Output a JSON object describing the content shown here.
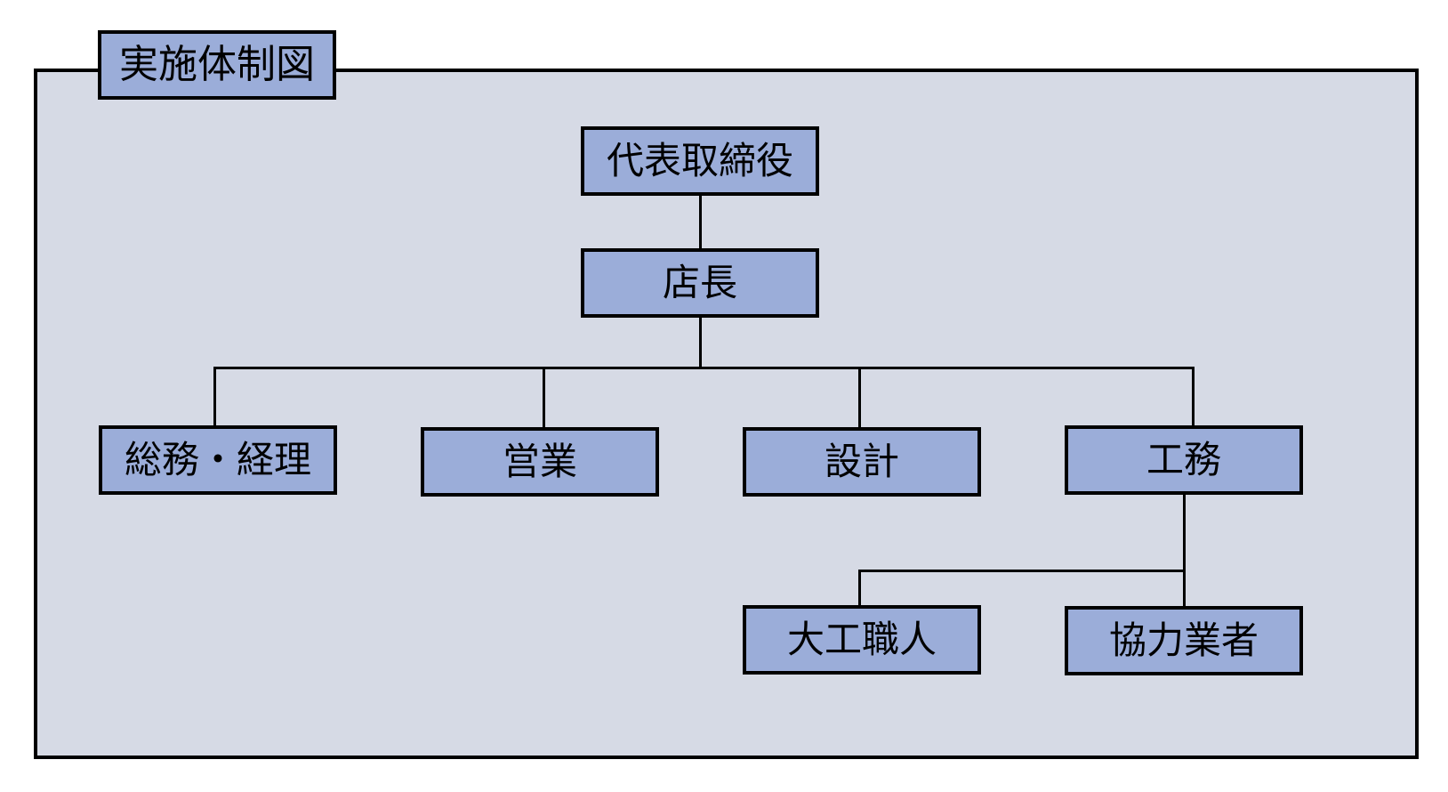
{
  "diagram": {
    "title": "実施体制図",
    "background_color": "#d6dae5",
    "node_fill_color": "#9badd9",
    "border_color": "#000000",
    "nodes": [
      {
        "id": "ceo",
        "label": "代表取締役",
        "level": 0
      },
      {
        "id": "manager",
        "label": "店長",
        "level": 1
      },
      {
        "id": "admin",
        "label": "総務・経理",
        "level": 2
      },
      {
        "id": "sales",
        "label": "営業",
        "level": 2
      },
      {
        "id": "design",
        "label": "設計",
        "level": 2
      },
      {
        "id": "works",
        "label": "工務",
        "level": 2
      },
      {
        "id": "carpenter",
        "label": "大工職人",
        "level": 3
      },
      {
        "id": "partner",
        "label": "協力業者",
        "level": 3
      }
    ],
    "edges": [
      {
        "from": "ceo",
        "to": "manager"
      },
      {
        "from": "manager",
        "to": "admin"
      },
      {
        "from": "manager",
        "to": "sales"
      },
      {
        "from": "manager",
        "to": "design"
      },
      {
        "from": "manager",
        "to": "works"
      },
      {
        "from": "works",
        "to": "carpenter"
      },
      {
        "from": "works",
        "to": "partner"
      }
    ]
  }
}
